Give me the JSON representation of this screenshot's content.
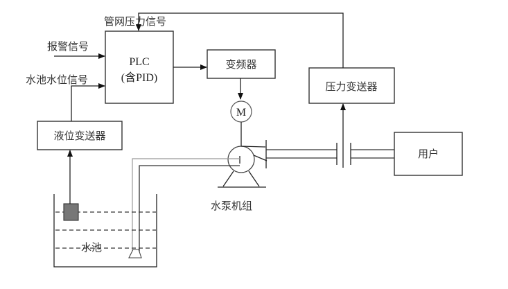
{
  "diagram": {
    "title": "恒压供水系统结构图",
    "nodes": {
      "plc": {
        "line1": "PLC",
        "line2": "(含PID)"
      },
      "vfd": {
        "label": "变频器"
      },
      "motor": {
        "label": "M"
      },
      "pressure_transmitter": {
        "label": "压力变送器"
      },
      "level_transmitter": {
        "label": "液位变送器"
      },
      "user": {
        "label": "用户"
      },
      "pump_unit": {
        "label": "水泵机组"
      },
      "pool": {
        "label": "水池"
      }
    },
    "signals": {
      "network_pressure": "管网压力信号",
      "alarm": "报警信号",
      "pool_level": "水池水位信号"
    },
    "edges": [
      {
        "from": "pressure_transmitter",
        "to": "plc",
        "label": "管网压力信号"
      },
      {
        "from": "external",
        "to": "plc",
        "label": "报警信号"
      },
      {
        "from": "level_transmitter",
        "to": "plc",
        "label": "水池水位信号"
      },
      {
        "from": "plc",
        "to": "vfd"
      },
      {
        "from": "vfd",
        "to": "motor"
      },
      {
        "from": "motor",
        "to": "pump_unit"
      },
      {
        "from": "pool",
        "to": "level_transmitter"
      },
      {
        "from": "pipe",
        "to": "pressure_transmitter"
      },
      {
        "from": "pump_unit",
        "to": "user"
      }
    ]
  }
}
